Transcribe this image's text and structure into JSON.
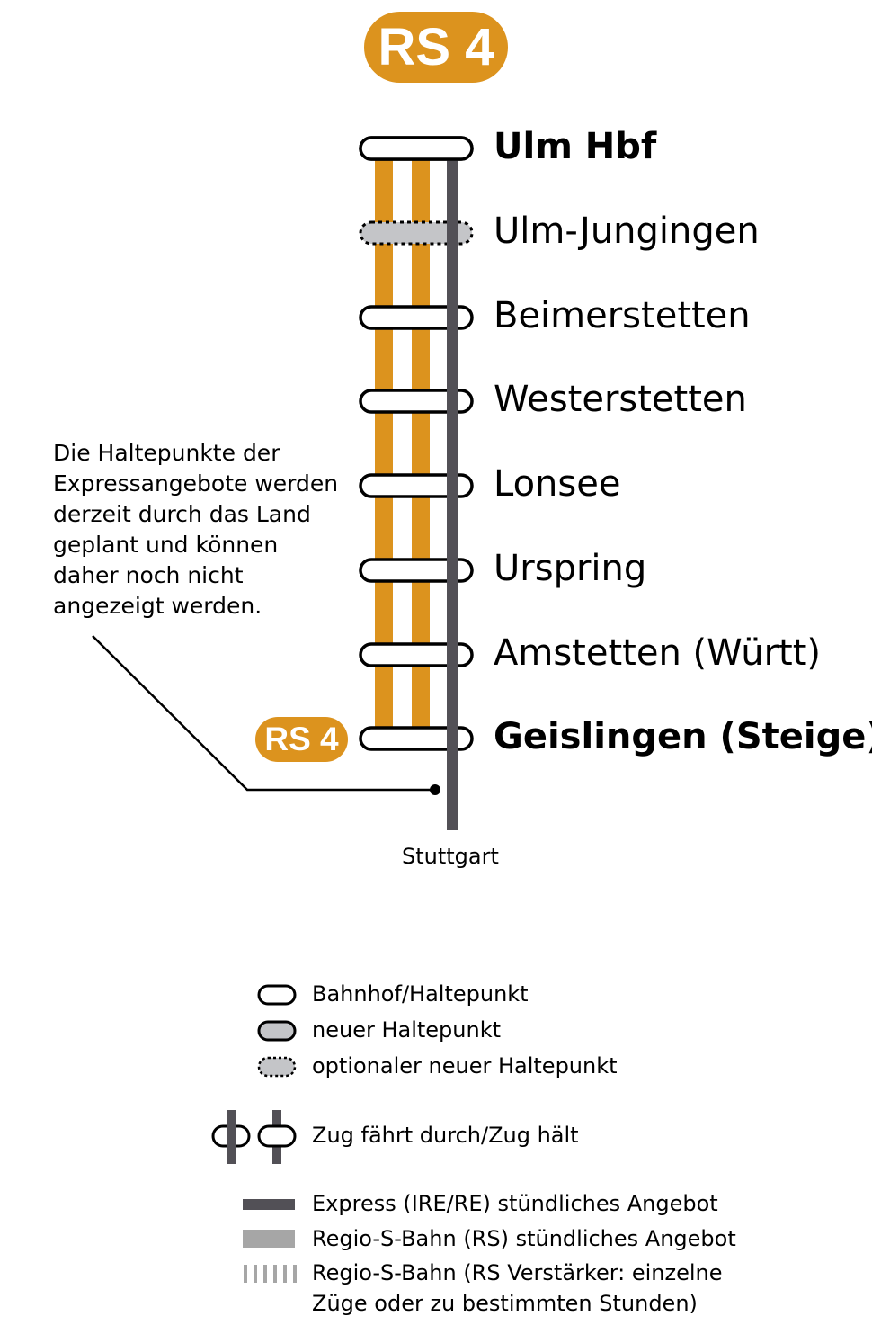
{
  "line_badge": "RS 4",
  "colors": {
    "rs": "#dc931e",
    "express": "#525056",
    "regio": "#a6a6a6",
    "new_stop": "#c4c5c8"
  },
  "stations": [
    {
      "name": "Ulm Hbf",
      "bold": true,
      "type": "station",
      "express_stops": true
    },
    {
      "name": "Ulm-Jungingen",
      "bold": false,
      "type": "optional",
      "express_stops": false
    },
    {
      "name": "Beimerstetten",
      "bold": false,
      "type": "station",
      "express_stops": false
    },
    {
      "name": "Westerstetten",
      "bold": false,
      "type": "station",
      "express_stops": false
    },
    {
      "name": "Lonsee",
      "bold": false,
      "type": "station",
      "express_stops": false
    },
    {
      "name": "Urspring",
      "bold": false,
      "type": "station",
      "express_stops": false
    },
    {
      "name": "Amstetten (Württ)",
      "bold": false,
      "type": "station",
      "express_stops": false
    },
    {
      "name": "Geislingen (Steige)",
      "bold": true,
      "type": "station",
      "express_stops": false
    }
  ],
  "note": "Die Haltepunkte der Expressangebote werden derzeit durch das Land geplant und können daher noch nicht angezeigt werden.",
  "destination": "Stuttgart",
  "legend": {
    "station": "Bahnhof/Haltepunkt",
    "new_stop": "neuer Haltepunkt",
    "optional_stop": "optionaler neuer Haltepunkt",
    "pass_stop": "Zug fährt durch/Zug hält",
    "express": "Express (IRE/RE) stündliches Angebot",
    "regio": "Regio-S-Bahn (RS) stündliches Angebot",
    "regio_extra": "Regio-S-Bahn (RS Verstärker: einzelne Züge oder zu bestimmten Stunden)"
  }
}
